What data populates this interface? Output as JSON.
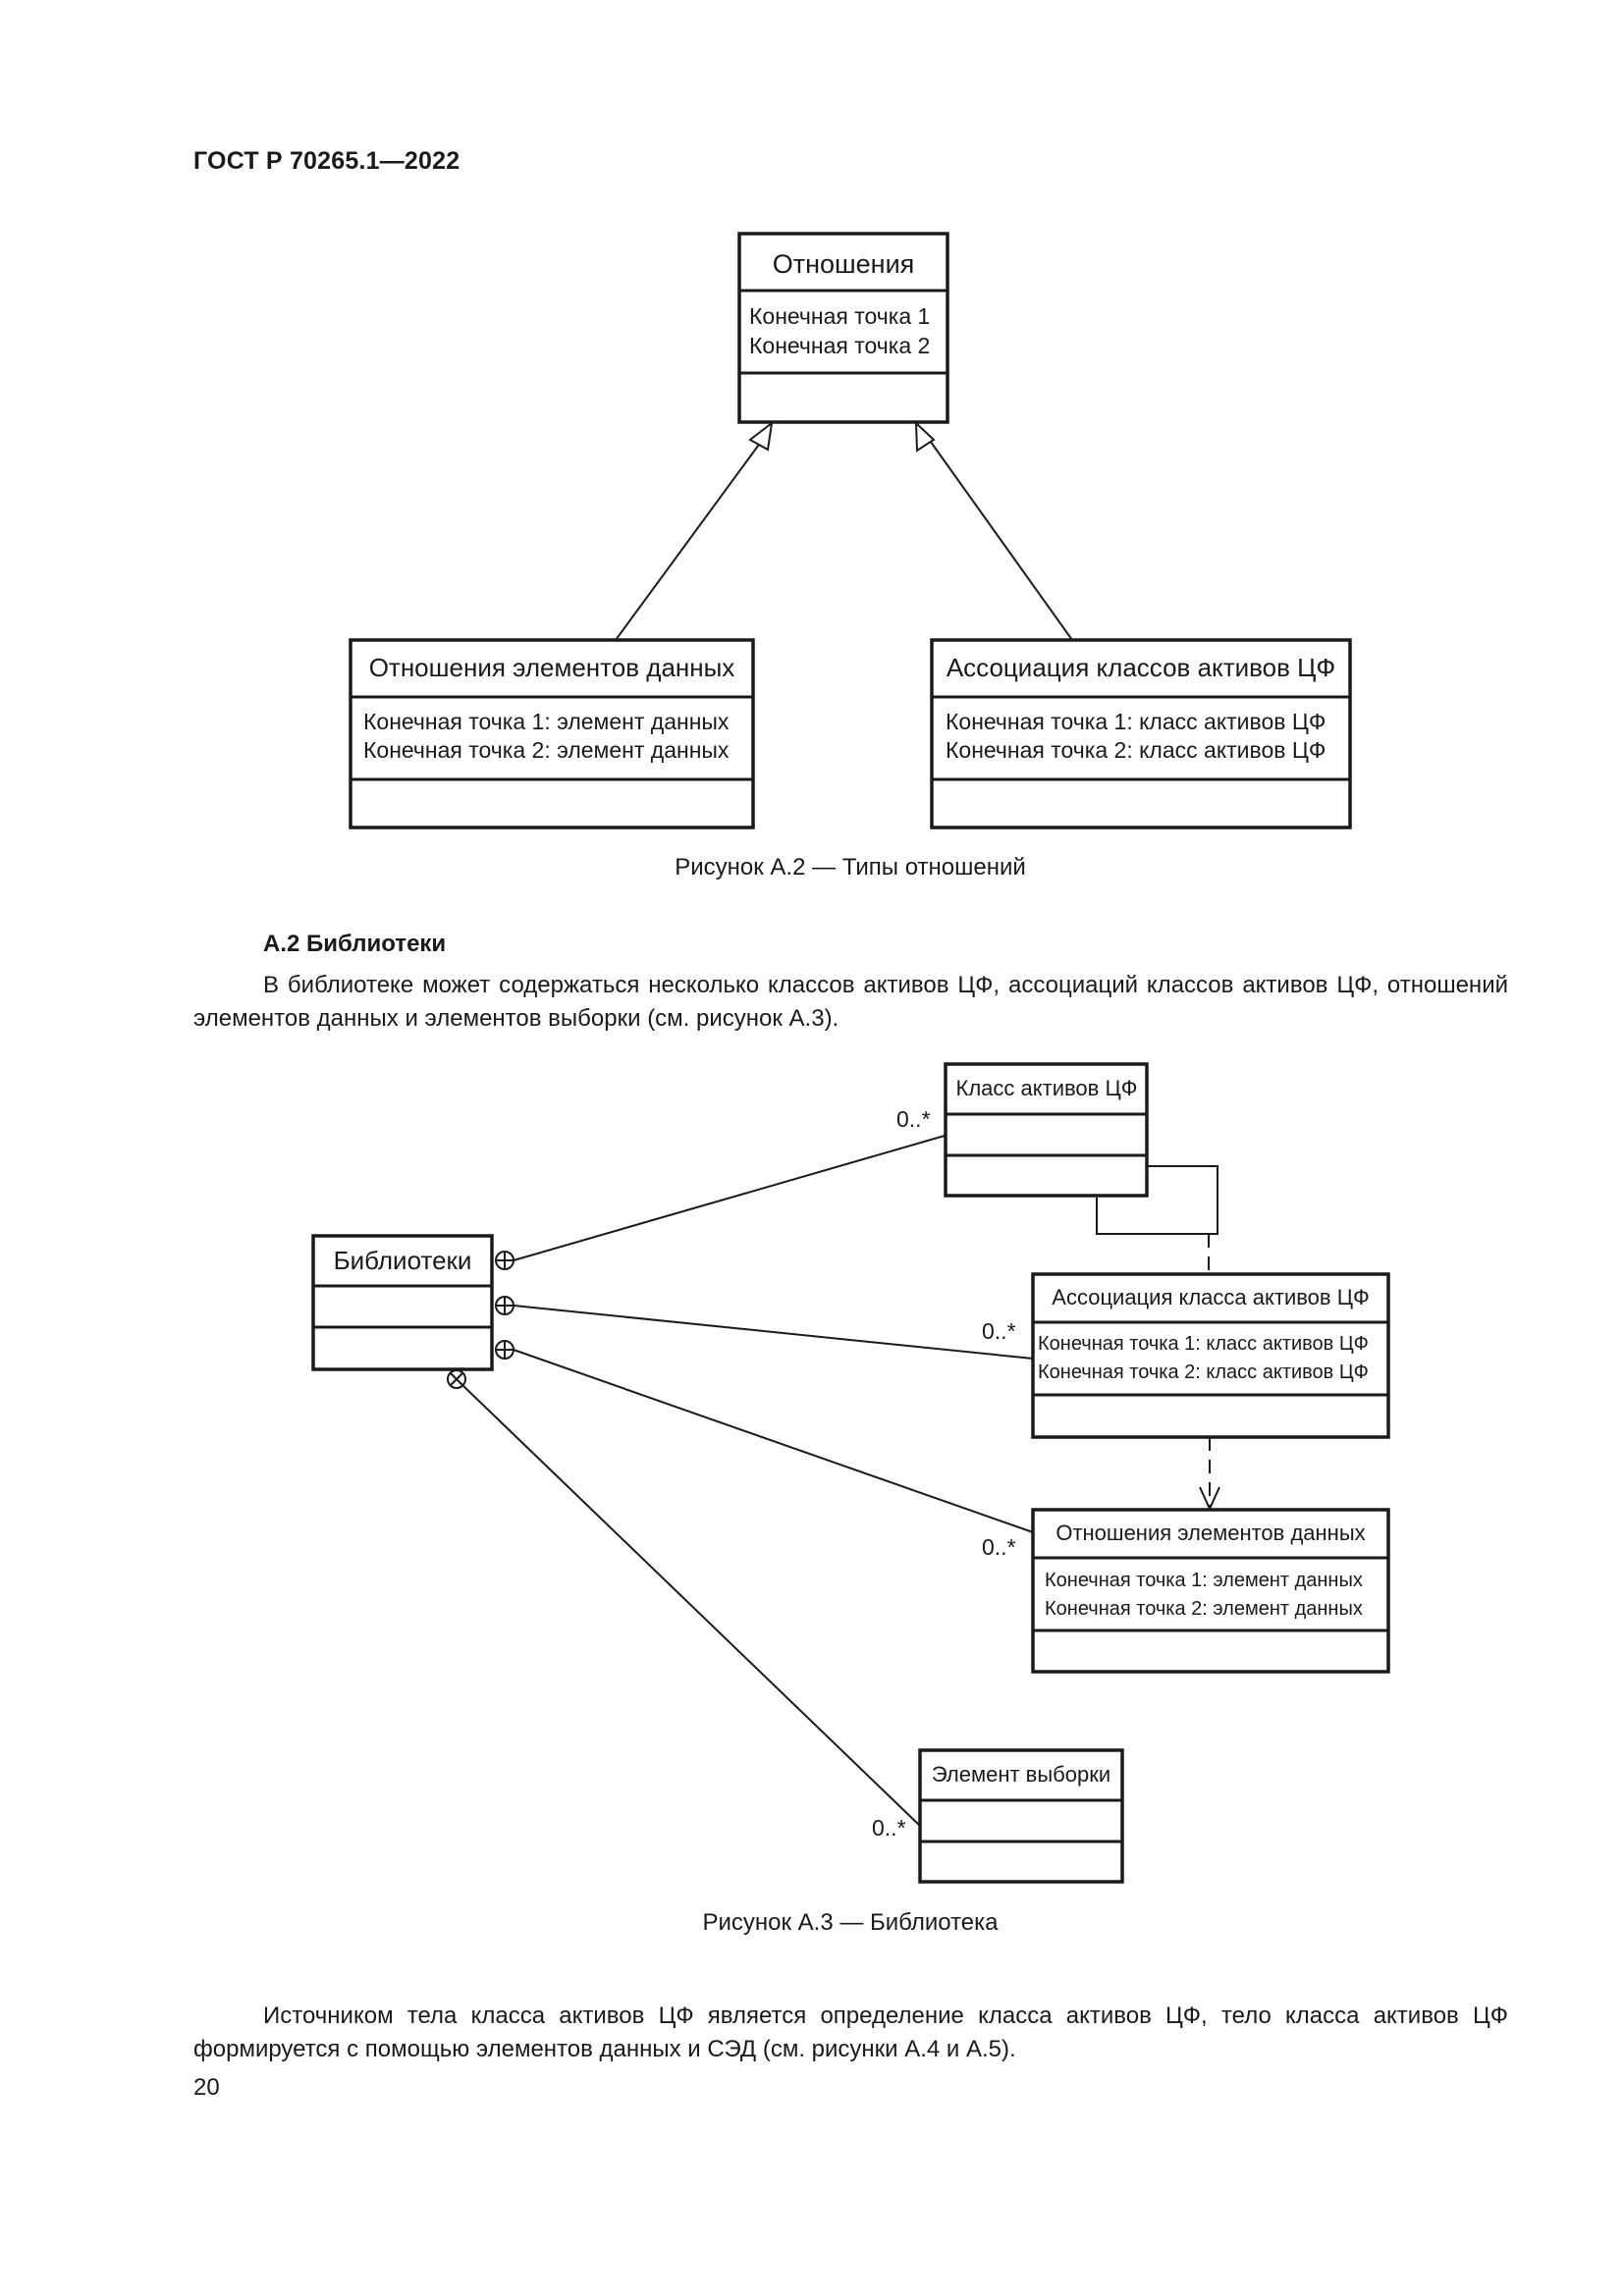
{
  "header": {
    "doc_id": "ГОСТ Р 70265.1—2022"
  },
  "figure_a2": {
    "parent": {
      "title": "Отношения",
      "attrs": [
        "Конечная точка 1",
        "Конечная точка 2"
      ]
    },
    "left": {
      "title": "Отношения элементов данных",
      "attrs": [
        "Конечная точка 1: элемент данных",
        "Конечная точка 2: элемент данных"
      ]
    },
    "right": {
      "title": "Ассоциация классов активов ЦФ",
      "attrs": [
        "Конечная точка 1: класс активов ЦФ",
        "Конечная точка 2: класс активов ЦФ"
      ]
    },
    "caption": "Рисунок А.2 — Типы отношений"
  },
  "section": {
    "title": "А.2  Библиотеки",
    "paragraph": "В библиотеке может содержаться несколько классов активов ЦФ, ассоциаций классов активов ЦФ, отношений элементов данных и элементов выборки (см. рисунок А.3)."
  },
  "figure_a3": {
    "library": {
      "title": "Библиотеки"
    },
    "asset_class": {
      "title": "Класс активов ЦФ",
      "multiplicity": "0..*"
    },
    "association": {
      "title": "Ассоциация класса активов ЦФ",
      "attrs": [
        "Конечная точка 1: класс активов ЦФ",
        "Конечная точка 2: класс активов ЦФ"
      ],
      "multiplicity": "0..*"
    },
    "data_relations": {
      "title": "Отношения элементов данных",
      "attrs": [
        "Конечная точка 1: элемент данных",
        "Конечная точка 2: элемент данных"
      ],
      "multiplicity": "0..*"
    },
    "sample_element": {
      "title": "Элемент выборки",
      "multiplicity": "0..*"
    },
    "caption": "Рисунок А.3 — Библиотека"
  },
  "closing_paragraph": "Источником тела класса активов ЦФ является определение класса активов ЦФ, тело класса активов ЦФ формируется с помощью элементов данных и СЭД (см. рисунки А.4 и А.5).",
  "page_number": "20"
}
